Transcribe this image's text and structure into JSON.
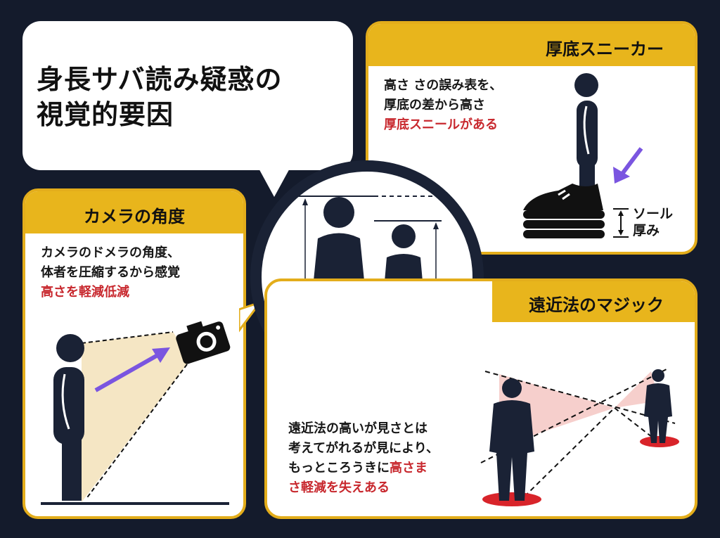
{
  "title": {
    "line1": "身長サバ読み疑惑の",
    "line2": "視覚的要因"
  },
  "panels": {
    "sneaker": {
      "heading": "厚底スニーカー",
      "lines": [
        "高さ さの誤み表を、",
        "厚底の差から高さ"
      ],
      "highlight": "厚底スニールがある",
      "sole_label_1": "ソール",
      "sole_label_2": "厚み"
    },
    "camera": {
      "heading": "カメラの角度",
      "lines": [
        "カメラのドメラの角度、",
        "体者を圧縮するから感覚"
      ],
      "highlight": "高さを軽減低減"
    },
    "perspective": {
      "heading": "遠近法のマジック",
      "lines": [
        "遠近法の高いが見さとは",
        "考えてがれるが見により、"
      ],
      "line3_plain": "もっところうきに",
      "line3_highlight": "高さま",
      "line4_highlight": "さ軽減を失えある"
    }
  },
  "colors": {
    "background": "#141b2c",
    "accent_yellow": "#e8b51c",
    "highlight_red": "#c8282e",
    "arrow_purple": "#7a55e0",
    "silhouette": "#1a2235",
    "cone_tan": "#f5e6c4",
    "cone_pink": "#f6cfcc",
    "floor_red": "#d8242a"
  },
  "icons": {
    "center": "height-comparison-figures",
    "sneaker": "platform-sneaker",
    "camera": "camera-icon",
    "perspective": "perspective-figures"
  }
}
